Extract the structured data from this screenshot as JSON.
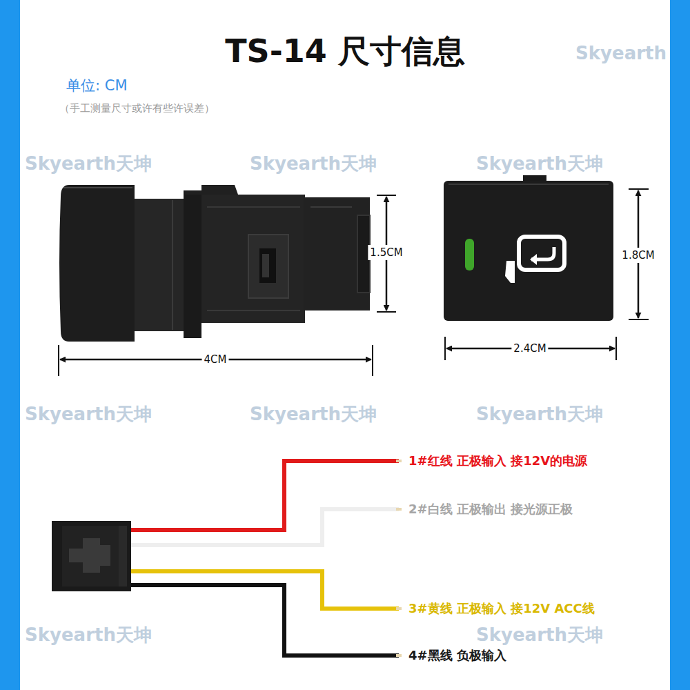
{
  "diagram": {
    "title": "TS-14 尺寸信息",
    "labels": [
      "单位: CM",
      "（手工测量尺寸或许有些许误差）",
      "1.5CM",
      "4CM",
      "1.8CM",
      "2.4CM",
      "1#红线 正极输入 接12V的电源",
      "2#白线 正极输出 接光源正极",
      "3#黄线 正极输入 接12V ACC线",
      "4#黑线 负极输入",
      "Skyearth",
      "Skyearth天坤",
      "Skyearth天坤",
      "Skyearth天坤",
      "Skyearth天坤",
      "Skyearth天坤",
      "Skyearth天坤",
      "Skyearth天坤",
      "Skyearth天坤"
    ]
  }
}
